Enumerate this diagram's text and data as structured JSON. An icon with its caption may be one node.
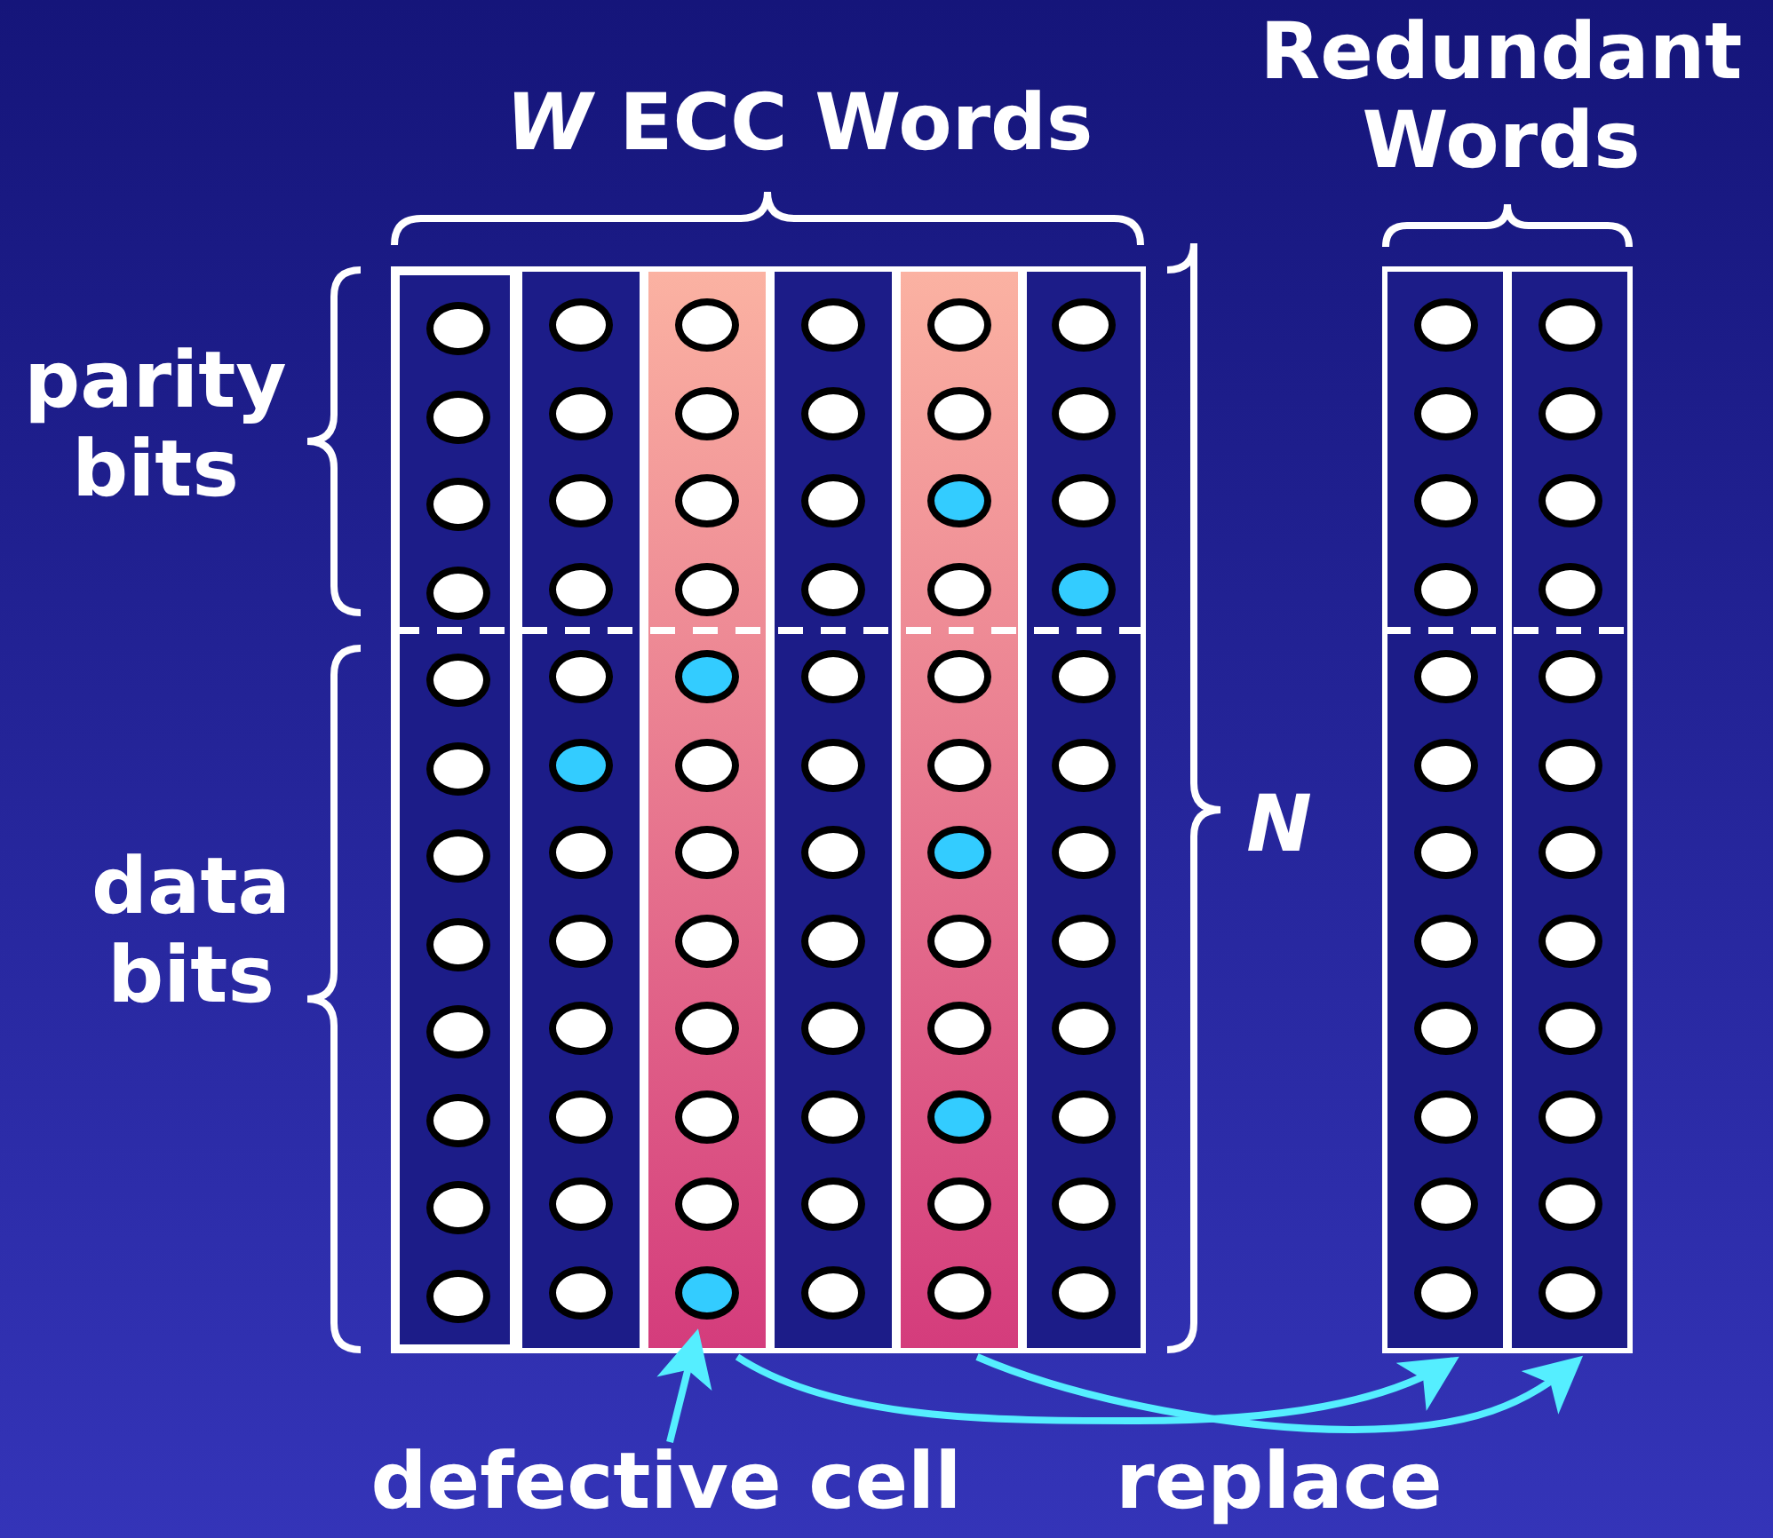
{
  "diagram": {
    "nodes": [
      {
        "text": [],
        "shape": "bar"
      },
      {
        "text": [],
        "shape": "bar"
      },
      {
        "text": [],
        "shape": "bar"
      },
      {
        "text": [],
        "shape": "circle",
        "in": 2
      },
      {
        "text": [],
        "shape": "bar"
      },
      {
        "text": [],
        "shape": "bar"
      },
      {
        "text": [],
        "shape": "bar"
      },
      {
        "text": [],
        "shape": "bar"
      },
      {
        "text": [],
        "shape": "bar"
      },
      {
        "text": [
          "defective cell"
        ]
      }
    ],
    "edges": [
      {
        "from": 9,
        "to": 3,
        "arrow": "to"
      },
      {
        "from": 2,
        "to": 7,
        "arrow": "to"
      },
      {
        "from": 5,
        "to": 8,
        "arrow": "to"
      }
    ],
    "labels": [
      "*W* ECC Words",
      "Redundant Words",
      "parity bits",
      "data bits",
      "N",
      "replace"
    ]
  }
}
